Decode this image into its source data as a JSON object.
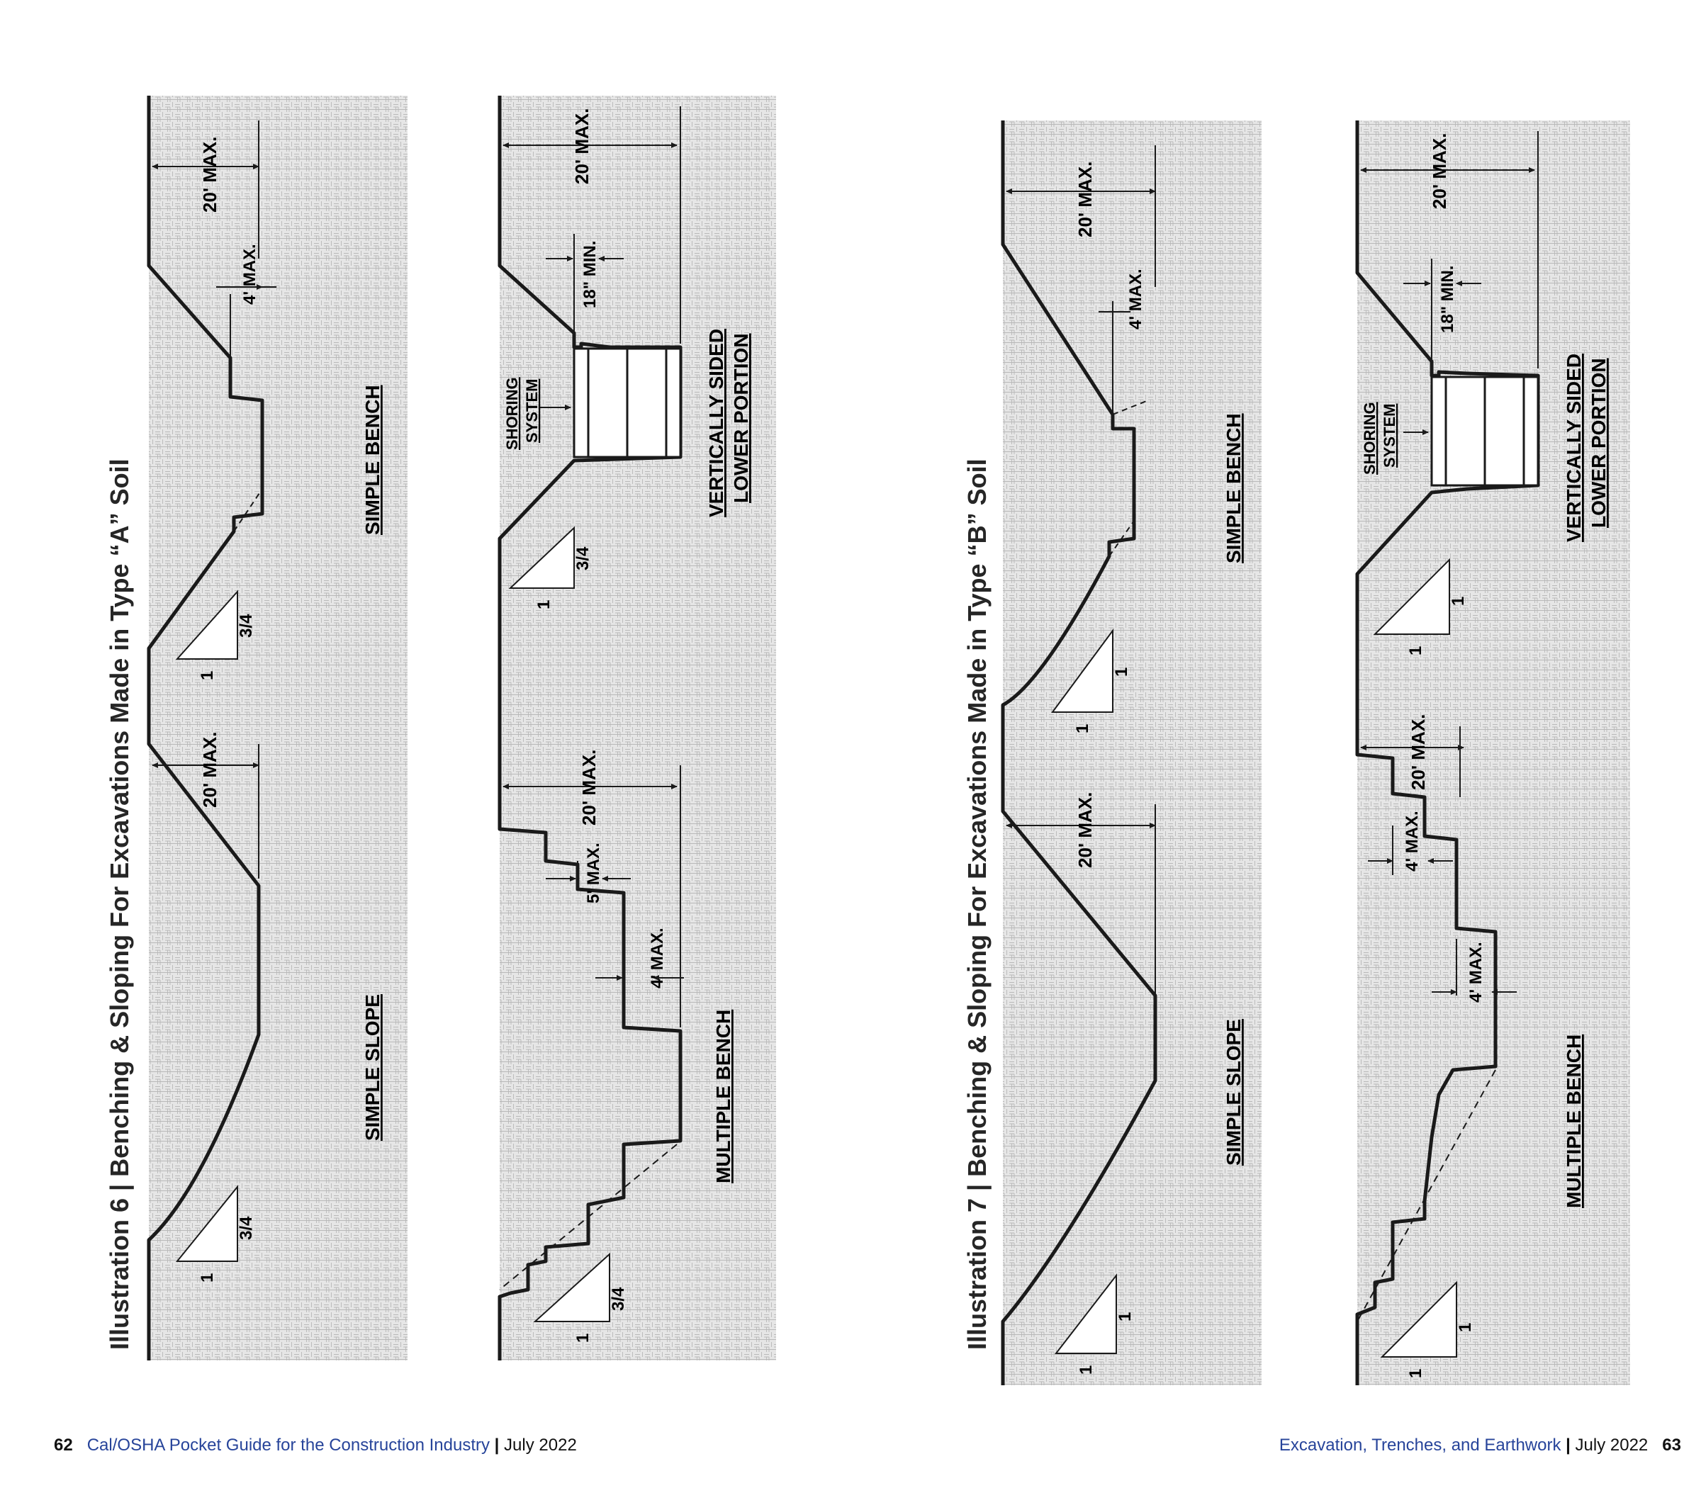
{
  "left_page": {
    "illustration_title": "Illustration 6 | Benching & Sloping For Excavations Made in Type “A” Soil",
    "panel_1": {
      "label_simple_slope": "SIMPLE SLOPE",
      "label_simple_bench": "SIMPLE BENCH",
      "dim_20_max_lower": "20' MAX.",
      "dim_20_max_upper": "20' MAX.",
      "dim_4_max": "4' MAX.",
      "ratio_run_1": "1",
      "ratio_rise_1": "3/4",
      "ratio_run_2": "1",
      "ratio_rise_2": "3/4"
    },
    "panel_2": {
      "label_multiple_bench": "MULTIPLE BENCH",
      "label_vertical_line1": "VERTICALLY SIDED",
      "label_vertical_line2": "LOWER PORTION",
      "label_shoring_line1": "SHORING",
      "label_shoring_line2": "SYSTEM",
      "dim_20_max_lower": "20' MAX.",
      "dim_20_max_upper": "20' MAX.",
      "dim_5_max": "5' MAX.",
      "dim_4_max": "4' MAX.",
      "dim_18_min": "18\" MIN.",
      "ratio_run_1": "1",
      "ratio_rise_1": "3/4",
      "ratio_run_2": "1",
      "ratio_rise_2": "3/4"
    },
    "footer": {
      "page_number": "62",
      "publication": "Cal/OSHA Pocket Guide for the Construction Industry",
      "separator": "|",
      "date": "July 2022"
    }
  },
  "right_page": {
    "illustration_title": "Illustration 7 | Benching & Sloping For Excavations Made in Type “B” Soil",
    "panel_1": {
      "label_simple_slope": "SIMPLE SLOPE",
      "label_simple_bench": "SIMPLE BENCH",
      "dim_20_max_lower": "20' MAX.",
      "dim_20_max_upper": "20' MAX.",
      "dim_4_max": "4' MAX.",
      "ratio_run_1": "1",
      "ratio_rise_1": "1",
      "ratio_run_2": "1",
      "ratio_rise_2": "1"
    },
    "panel_2": {
      "label_multiple_bench": "MULTIPLE BENCH",
      "label_vertical_line1": "VERTICALLY SIDED",
      "label_vertical_line2": "LOWER PORTION",
      "label_shoring_line1": "SHORING",
      "label_shoring_line2": "SYSTEM",
      "dim_20_max_lower": "20' MAX.",
      "dim_20_max_upper": "20' MAX.",
      "dim_4_max_a": "4' MAX.",
      "dim_4_max_b": "4' MAX.",
      "dim_18_min": "18\" MIN.",
      "ratio_run_1": "1",
      "ratio_rise_1": "1",
      "ratio_run_2": "1",
      "ratio_rise_2": "1"
    },
    "footer": {
      "section": "Excavation, Trenches, and Earthwork",
      "separator": "|",
      "date": "July 2022",
      "page_number": "63"
    }
  },
  "colors": {
    "soil_fill": "#e4e4e4",
    "line": "#1a1a1a",
    "footer_blue": "#27449a",
    "title": "#262626"
  }
}
